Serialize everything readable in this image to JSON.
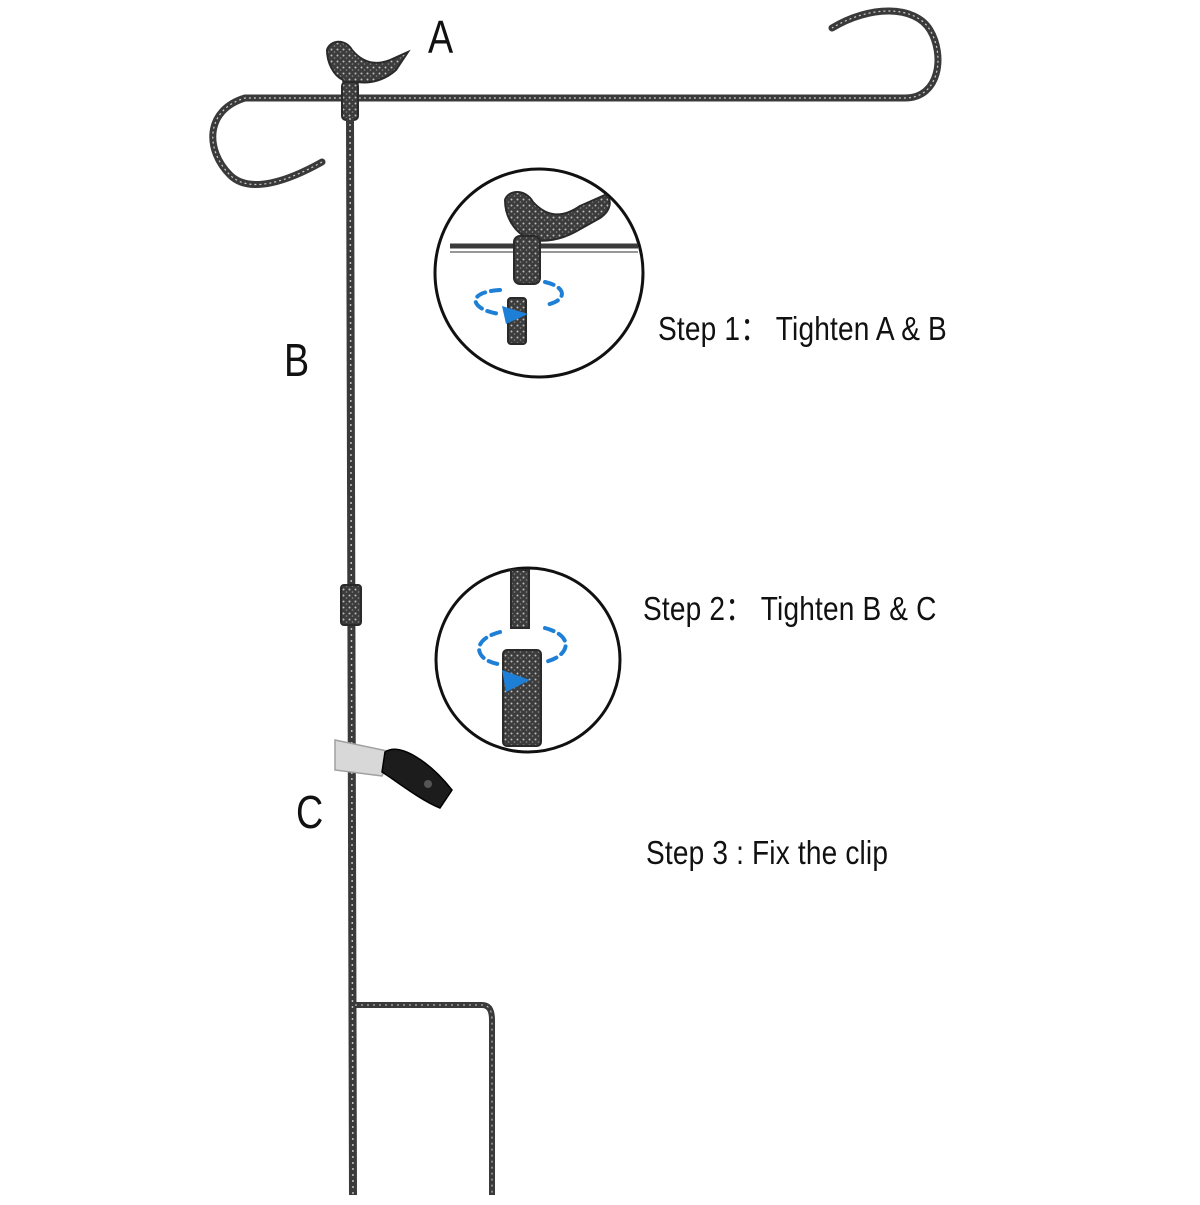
{
  "labels": {
    "a": "A",
    "b": "B",
    "c": "C"
  },
  "steps": [
    {
      "text": "Step 1： Tighten A & B"
    },
    {
      "text": "Step 2： Tighten B & C"
    },
    {
      "text": "Step 3 : Fix the clip"
    }
  ],
  "icons": {
    "bird": "bird-finial-icon",
    "rotate": "rotate-arrow-icon",
    "clip": "flag-clip-icon"
  },
  "colors": {
    "metal": "#3a3a3a",
    "metal_light": "#9a9a9a",
    "accent_arrow": "#1e7fd6",
    "background": "#ffffff",
    "text": "#111111"
  }
}
